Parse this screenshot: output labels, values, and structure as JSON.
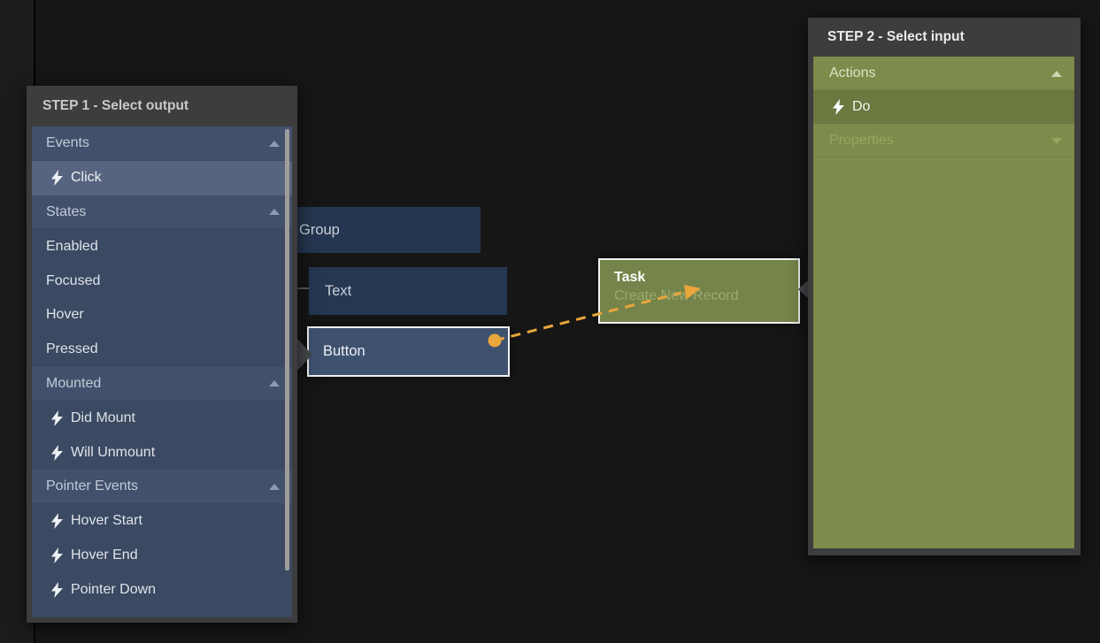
{
  "colors": {
    "accent_orange": "#e9a63b",
    "panel_frame": "#3d3d3d",
    "blue_row": "#3b4962",
    "blue_section": "#42506b",
    "blue_selected_row": "#57647f",
    "green_body": "#7d8c4b",
    "green_selected_row": "#6a7940",
    "node_blue": "#263751",
    "node_blue_selected": "#3e5270",
    "node_green": "#75844a",
    "selection_border": "#f1f1f1"
  },
  "step1": {
    "title": "STEP 1 - Select output",
    "rows": [
      {
        "label": "Events",
        "kind": "section"
      },
      {
        "label": "Click",
        "kind": "event",
        "selected": true
      },
      {
        "label": "States",
        "kind": "section"
      },
      {
        "label": "Enabled",
        "kind": "item"
      },
      {
        "label": "Focused",
        "kind": "item"
      },
      {
        "label": "Hover",
        "kind": "item"
      },
      {
        "label": "Pressed",
        "kind": "item"
      },
      {
        "label": "Mounted",
        "kind": "section"
      },
      {
        "label": "Did Mount",
        "kind": "event"
      },
      {
        "label": "Will Unmount",
        "kind": "event"
      },
      {
        "label": "Pointer Events",
        "kind": "section"
      },
      {
        "label": "Hover Start",
        "kind": "event"
      },
      {
        "label": "Hover End",
        "kind": "event"
      },
      {
        "label": "Pointer Down",
        "kind": "event"
      }
    ]
  },
  "step2": {
    "title": "STEP 2 - Select input",
    "rows": [
      {
        "label": "Actions",
        "kind": "section"
      },
      {
        "label": "Do",
        "kind": "event",
        "selected": true
      },
      {
        "label": "Properties",
        "kind": "section",
        "collapsed": true
      }
    ]
  },
  "canvas_nodes": {
    "group": {
      "label": "Group"
    },
    "text": {
      "label": "Text"
    },
    "button": {
      "label": "Button"
    },
    "task": {
      "title": "Task",
      "subtitle": "Create New Record"
    }
  }
}
